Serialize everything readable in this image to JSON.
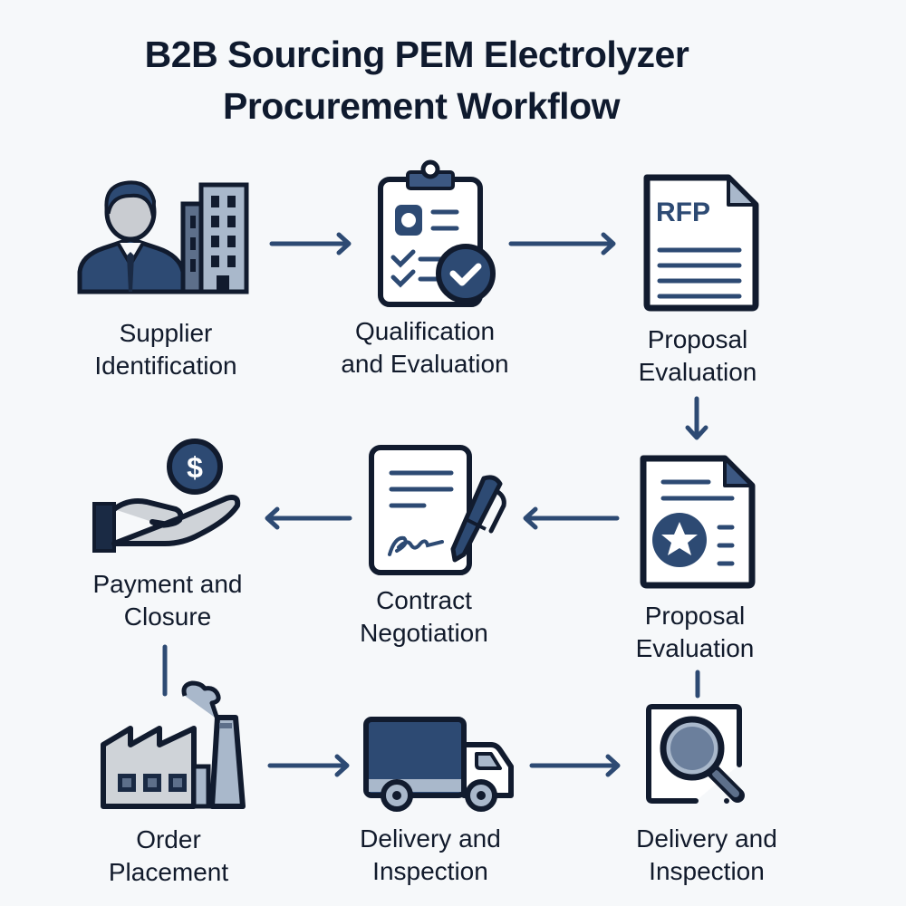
{
  "title": {
    "line1": "B2B Sourcing PEM Electrolyzer",
    "line2": "Procurement Workflow"
  },
  "colors": {
    "navy": "#1a2a44",
    "blue": "#2d4a73",
    "steel": "#a7b6c9",
    "light_gray": "#cfd3d8",
    "background": "#f6f8fa"
  },
  "steps": [
    {
      "id": "supplier-identification",
      "line1": "Supplier",
      "line2": "Identification",
      "icon": "businessman-building-icon"
    },
    {
      "id": "qualification-evaluation",
      "line1": "Qualification",
      "line2": "and Evaluation",
      "icon": "clipboard-check-icon"
    },
    {
      "id": "proposal-evaluation-rfp",
      "line1": "Proposal",
      "line2": "Evaluation",
      "icon": "rfp-document-icon",
      "icon_text": "RFP"
    },
    {
      "id": "proposal-evaluation-star",
      "line1": "Proposal",
      "line2": "Evaluation",
      "icon": "star-document-icon"
    },
    {
      "id": "contract-negotiation",
      "line1": "Contract",
      "line2": "Negotiation",
      "icon": "signed-contract-pen-icon"
    },
    {
      "id": "payment-closure",
      "line1": "Payment and",
      "line2": "Closure",
      "icon": "hand-coin-icon",
      "icon_text": "$"
    },
    {
      "id": "order-placement",
      "line1": "Order",
      "line2": "Placement",
      "icon": "factory-icon"
    },
    {
      "id": "delivery-inspection-truck",
      "line1": "Delivery and",
      "line2": "Inspection",
      "icon": "delivery-truck-icon"
    },
    {
      "id": "delivery-inspection-magnifier",
      "line1": "Delivery and",
      "line2": "Inspection",
      "icon": "magnifier-document-icon"
    }
  ],
  "connectors": [
    {
      "from": "supplier-identification",
      "to": "qualification-evaluation",
      "direction": "right"
    },
    {
      "from": "qualification-evaluation",
      "to": "proposal-evaluation-rfp",
      "direction": "right"
    },
    {
      "from": "proposal-evaluation-rfp",
      "to": "proposal-evaluation-star",
      "direction": "down"
    },
    {
      "from": "proposal-evaluation-star",
      "to": "contract-negotiation",
      "direction": "left"
    },
    {
      "from": "contract-negotiation",
      "to": "payment-closure",
      "direction": "left"
    },
    {
      "from": "payment-closure",
      "to": "order-placement",
      "direction": "line"
    },
    {
      "from": "order-placement",
      "to": "delivery-inspection-truck",
      "direction": "right"
    },
    {
      "from": "delivery-inspection-truck",
      "to": "delivery-inspection-magnifier",
      "direction": "right"
    },
    {
      "from": "proposal-evaluation-star",
      "to": "delivery-inspection-magnifier",
      "direction": "line"
    }
  ]
}
